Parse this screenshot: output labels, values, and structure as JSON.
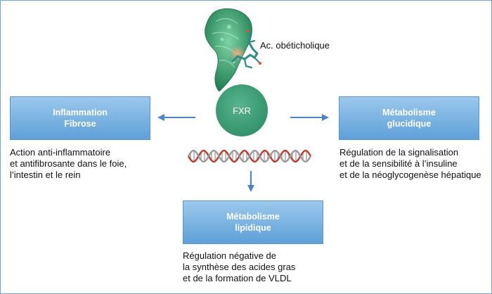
{
  "ligand": {
    "label": "Ac. obéticholique"
  },
  "receptor": {
    "label": "FXR"
  },
  "boxes": {
    "left": {
      "line1": "Inflammation",
      "line2": "Fibrose"
    },
    "right": {
      "line1": "Métabolisme",
      "line2": "glucidique"
    },
    "bottom": {
      "line1": "Métabolisme",
      "line2": "lipidique"
    }
  },
  "descriptions": {
    "left": [
      "Action anti-inflammatoire",
      "et antifibrosante dans le foie,",
      "l’intestin et le rein"
    ],
    "right": [
      "Régulation de la signalisation",
      "et de la sensibilité à l’insuline",
      "et de la néoglycogenèse hépatique"
    ],
    "bottom": [
      "Régulation négative de",
      "la synthèse des acides gras",
      "et de la formation de VLDL"
    ]
  },
  "colors": {
    "frame": "#6fa6d6",
    "box_top": "#9cc8ec",
    "box_bottom": "#5ea0d8",
    "fxr_circle": "#3fa07a",
    "protein": "#2f9b6a",
    "arrow": "#4a86c5",
    "dna_red": "#c0392b",
    "dna_gray": "#9a9a9a"
  },
  "icons": {
    "protein": "fxr-protein-structure",
    "ligand": "obeticholic-acid-molecule",
    "dna": "dna-double-helix"
  }
}
